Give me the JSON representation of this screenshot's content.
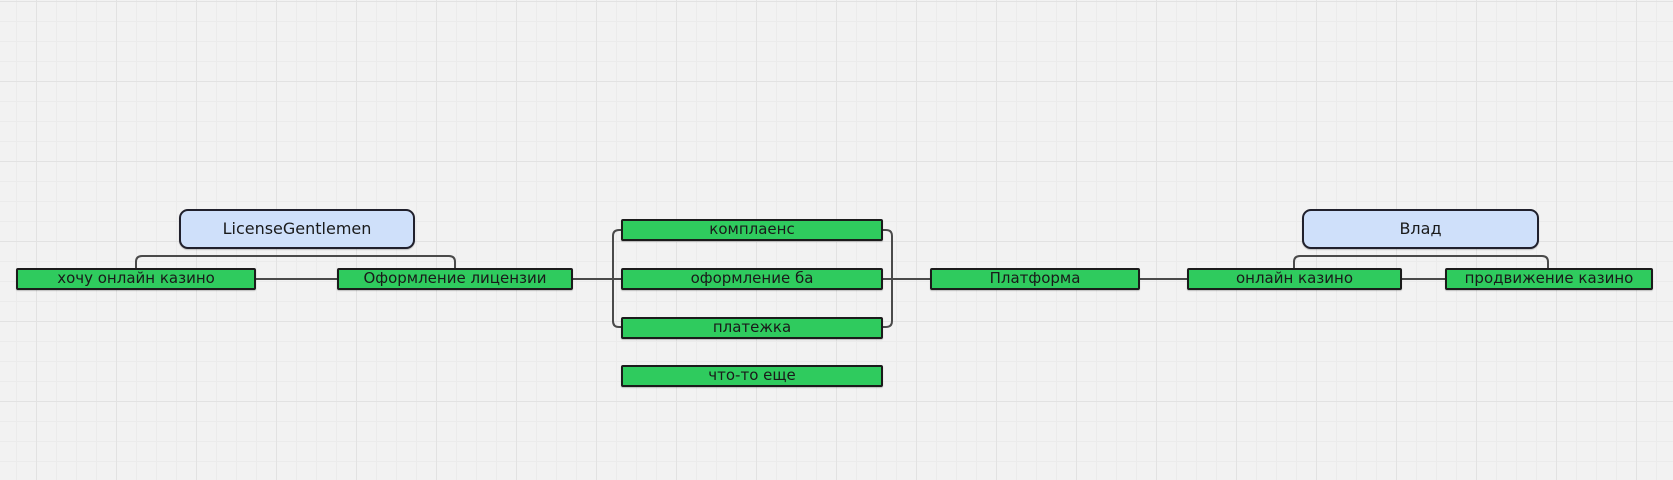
{
  "colors": {
    "canvas_background": "#f2f2f2",
    "grid_minor": "#ebebeb",
    "grid_major": "#e2e2e2",
    "node_green_fill": "#2fcb5e",
    "node_green_border": "#1b1b1b",
    "topic_blue_fill": "#cfe0fa",
    "topic_blue_border": "#20202c",
    "connector": "#4a4a4a",
    "text": "#1a1a1a"
  },
  "nodes": {
    "license_gentlemen": {
      "label": "LicenseGentlemen"
    },
    "vlad": {
      "label": "Влад"
    },
    "want_online_casino": {
      "label": "хочу онлайн казино"
    },
    "license_registration": {
      "label": "Оформление лицензии"
    },
    "compliance": {
      "label": "комплаенс"
    },
    "bank_setup": {
      "label": "оформление ба"
    },
    "payment_system": {
      "label": "платежка"
    },
    "something_else": {
      "label": "что-то еще"
    },
    "platform": {
      "label": "Платформа"
    },
    "online_casino": {
      "label": "онлайн казино"
    },
    "casino_promotion": {
      "label": "продвижение казино"
    }
  }
}
